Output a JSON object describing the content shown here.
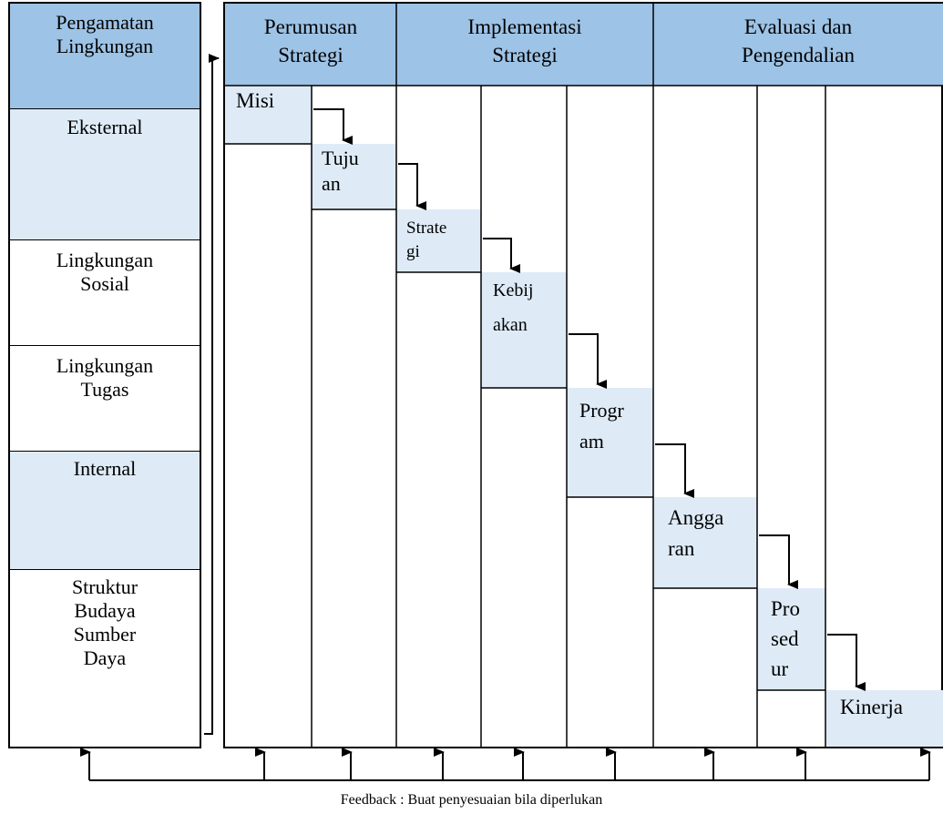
{
  "diagram": {
    "left_title": "Pengamatan\nLingkungan",
    "left_items": [
      "Eksternal",
      "Lingkungan\nSosial",
      "Lingkungan\nTugas",
      "Internal",
      "Struktur\nBudaya\nSumber\nDaya"
    ],
    "phases": [
      "Perumusan\nStrategi",
      "Implementasi\nStrategi",
      "Evaluasi dan\nPengendalian"
    ],
    "steps": [
      "Misi",
      "Tuju\nan",
      "Strate\ngi",
      "Kebij\nakan",
      "Progr\nam",
      "Angga\nran",
      "Pro\nsed\nur",
      "Kinerja"
    ],
    "feedback_label": "Feedback : Buat penyesuaian bila diperlukan"
  },
  "colors": {
    "header_fill": "#9DC3E6",
    "light_fill": "#DEEBF7",
    "line": "#000000",
    "background": "#FFFFFF"
  }
}
